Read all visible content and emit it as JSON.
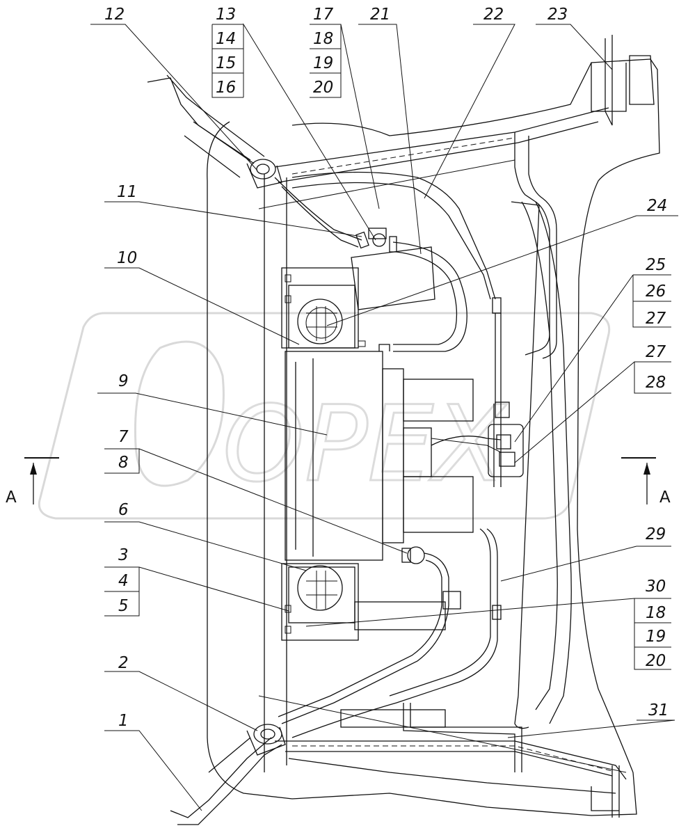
{
  "labels": {
    "n1": "1",
    "n2": "2",
    "n3": "3",
    "n4": "4",
    "n5": "5",
    "n6": "6",
    "n7": "7",
    "n8": "8",
    "n9": "9",
    "n10": "10",
    "n11": "11",
    "n12": "12",
    "n13": "13",
    "n14": "14",
    "n15": "15",
    "n16": "16",
    "n17": "17",
    "n18": "18",
    "n19": "19",
    "n20": "20",
    "n21": "21",
    "n22": "22",
    "n23": "23",
    "n24": "24",
    "n25": "25",
    "n26": "26",
    "n27a": "27",
    "n27b": "27",
    "n28": "28",
    "n29": "29",
    "n30": "30",
    "n18b": "18",
    "n19b": "19",
    "n20b": "20",
    "n31": "31"
  },
  "section": {
    "left": "A",
    "right": "A"
  },
  "watermark": "OPEX"
}
